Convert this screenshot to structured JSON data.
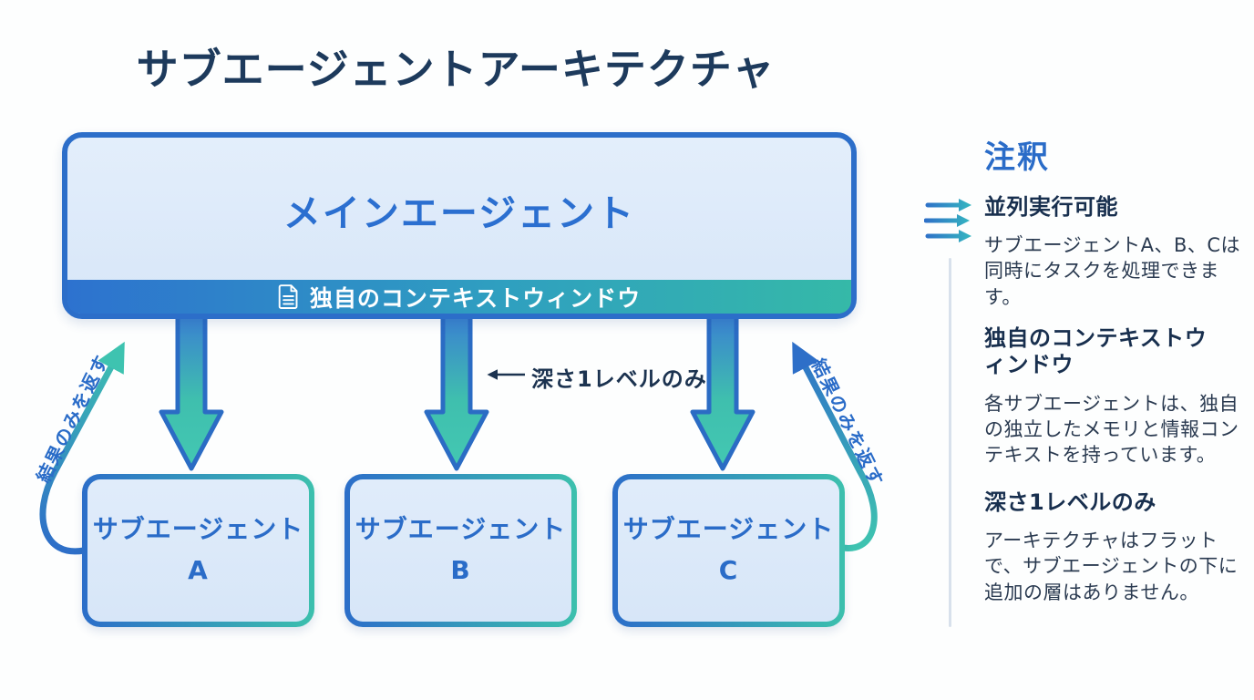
{
  "page": {
    "title": "サブエージェントアーキテクチャ",
    "background": "#fdfefe"
  },
  "colors": {
    "accent_blue": "#2c6ec9",
    "accent_teal": "#3cc0ad",
    "box_fill": "#dbe8f9",
    "banner_gradient_start": "#2d72cf",
    "banner_gradient_end": "#35b9a8",
    "title_text": "#1d3a5c",
    "label_blue_text": "#2a6cc8",
    "body_text": "#2a3a50",
    "divider": "#d8e1ec"
  },
  "diagram": {
    "main_agent": {
      "label": "メインエージェント",
      "banner": {
        "icon": "document-icon",
        "label": "独自のコンテキストウィンドウ"
      }
    },
    "sub_agents": [
      {
        "line1": "サブエージェント",
        "line2": "A"
      },
      {
        "line1": "サブエージェント",
        "line2": "B"
      },
      {
        "line1": "サブエージェント",
        "line2": "C"
      }
    ],
    "depth_label": "深さ1レベルのみ",
    "return_labels": {
      "left": "結果のみを返す",
      "right": "結果のみを返す"
    }
  },
  "annotations": {
    "heading": "注釈",
    "sections": [
      {
        "icon": "parallel-arrows-icon",
        "heading": "並列実行可能",
        "body": "サブエージェントA、B、Cは\n同時にタスクを処理できま\nす。"
      },
      {
        "heading": "独自のコンテキストウィンドウ",
        "body": "各サブエージェントは、独自\nの独立したメモリと情報コン\nテキストを持っています。"
      },
      {
        "heading": "深さ1レベルのみ",
        "body": "アーキテクチャはフラット\nで、サブエージェントの下に\n追加の層はありません。"
      }
    ]
  }
}
